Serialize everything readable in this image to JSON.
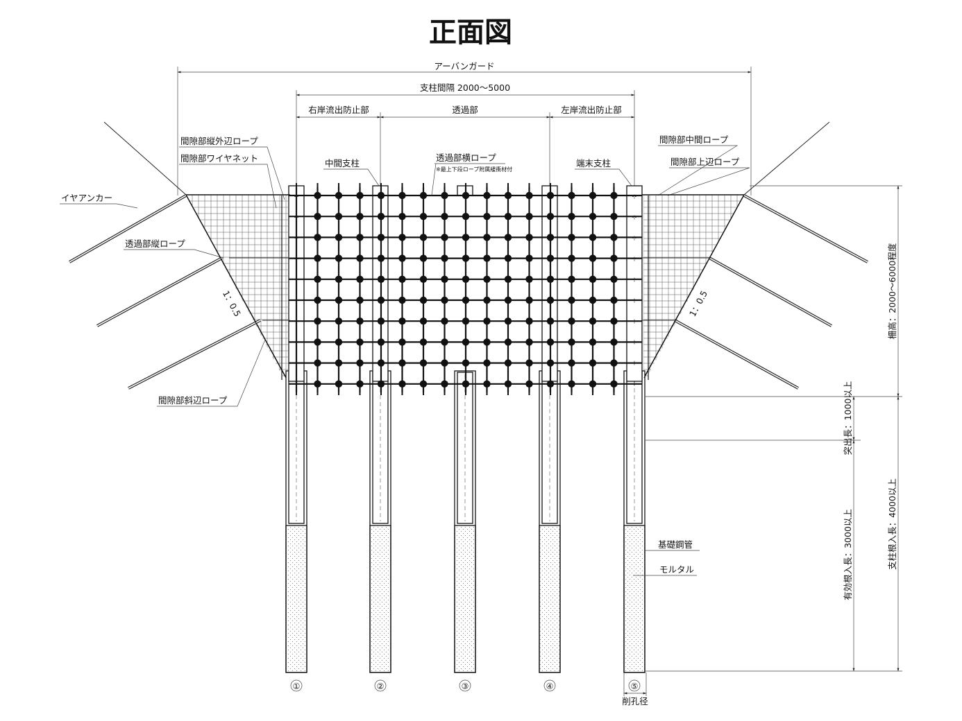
{
  "title": "正面図",
  "dimensions": {
    "overall": "アーバンガード",
    "spacing": "支柱間隔 2000～5000",
    "right_bank": "右岸流出防止部",
    "pass": "透過部",
    "left_bank": "左岸流出防止部",
    "fence_height": "柵高：2000～6000程度",
    "protrusion": "突出長：1000以上",
    "effective_embed": "有効根入長：3000以上",
    "post_embed": "支柱根入長：4000以上",
    "bore": "削孔径"
  },
  "labels": {
    "gap_outer_rope": "間隙部縦外辺ロープ",
    "gap_wire_net": "間隙部ワイヤネット",
    "mid_post": "中間支柱",
    "pass_horizontal_rope": "透過部横ロープ",
    "note_cushion": "※最上下段ロープ附属緩衝材付",
    "end_post": "端末支柱",
    "gap_mid_rope": "間隙部中間ロープ",
    "gap_top_rope": "間隙部上辺ロープ",
    "anchor": "イヤアンカー",
    "pass_vertical_rope": "透過部縦ロープ",
    "gap_diagonal_rope": "間隙部斜辺ロープ",
    "foundation_pipe": "基礎鋼管",
    "mortar": "モルタル"
  },
  "slopes": {
    "left": "1：0.5",
    "right": "1：0.5"
  },
  "post_numbers": [
    "①",
    "②",
    "③",
    "④",
    "⑤"
  ]
}
